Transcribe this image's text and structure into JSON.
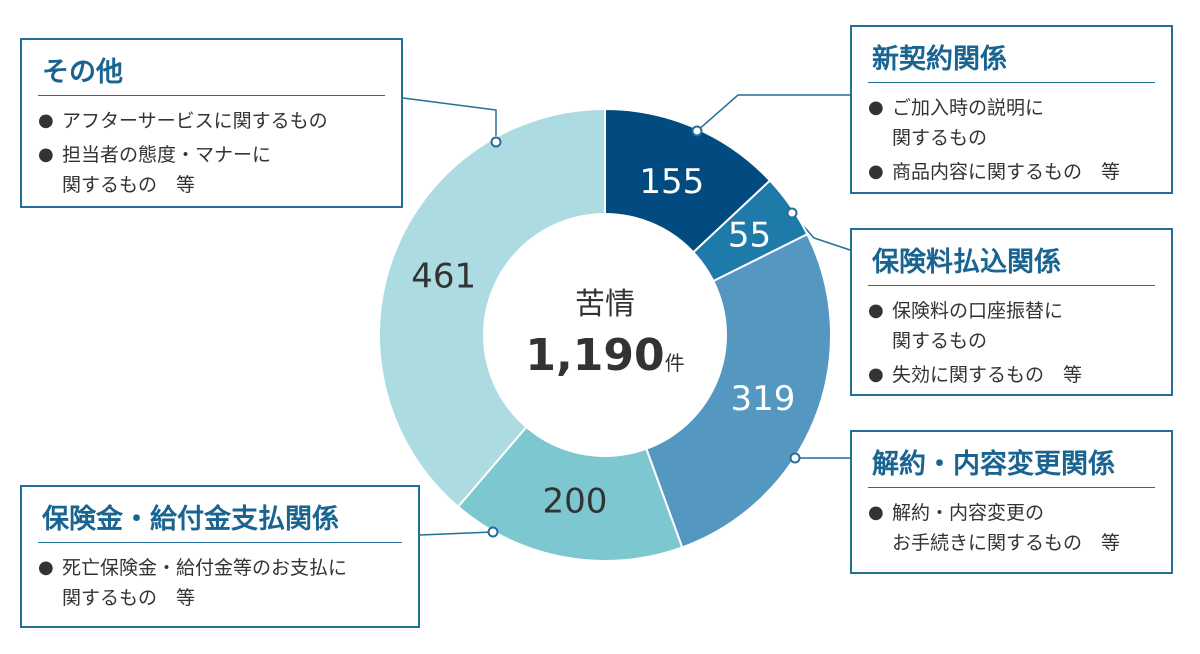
{
  "chart_data": {
    "type": "pie",
    "variant": "donut",
    "center": {
      "title": "苦情",
      "total": "1,190",
      "unit": "件"
    },
    "categories": [
      "新契約関係",
      "保険料払込関係",
      "解約・内容変更関係",
      "保険金・給付金支払関係",
      "その他"
    ],
    "values": [
      155,
      55,
      319,
      200,
      461
    ],
    "colors": [
      "#024b80",
      "#1e7aa8",
      "#5497c1",
      "#7dc7d0",
      "#acdbe1"
    ],
    "label_colors": [
      "#ffffff",
      "#ffffff",
      "#ffffff",
      "#333333",
      "#333333"
    ]
  },
  "boxes": [
    {
      "title": "その他",
      "items": [
        "アフターサービスに関するもの",
        "担当者の態度・マナーに\n関するもの　等"
      ]
    },
    {
      "title": "新契約関係",
      "items": [
        "ご加入時の説明に\n関するもの",
        "商品内容に関するもの　等"
      ]
    },
    {
      "title": "保険料払込関係",
      "items": [
        "保険料の口座振替に\n関するもの",
        "失効に関するもの　等"
      ]
    },
    {
      "title": "解約・内容変更関係",
      "items": [
        "解約・内容変更の\nお手続きに関するもの　等"
      ]
    },
    {
      "title": "保険金・給付金支払関係",
      "items": [
        "死亡保険金・給付金等のお支払に\n関するもの　等"
      ]
    }
  ]
}
